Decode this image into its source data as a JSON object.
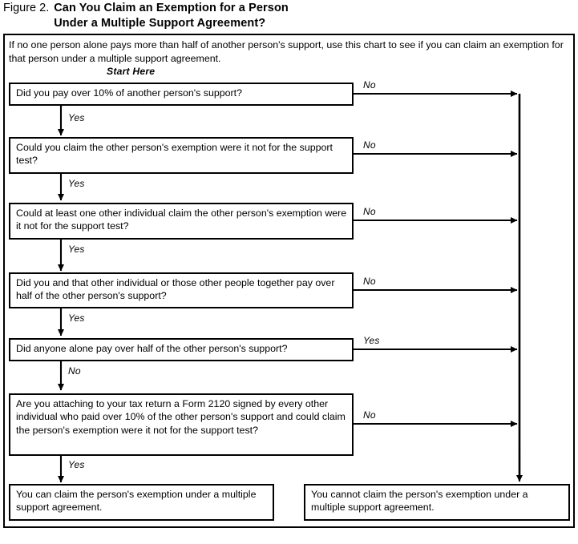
{
  "figure": {
    "label": "Figure 2.",
    "title_line1": "Can You Claim an Exemption for a Person",
    "title_line2": "Under a Multiple Support Agreement?",
    "intro": "If no one person alone pays more than half of another person's support, use this chart to see if you can claim an exemption for that person under a multiple support agreement.",
    "start_marker": "Start Here"
  },
  "colors": {
    "ink": "#000000",
    "paper": "#ffffff"
  },
  "nodes": [
    {
      "id": "q1",
      "text": "Did you pay over 10% of another person's support?",
      "yes_label": "Yes",
      "no_label": "No"
    },
    {
      "id": "q2",
      "text": "Could you claim the other person's exemption were it not for the support test?",
      "yes_label": "Yes",
      "no_label": "No"
    },
    {
      "id": "q3",
      "text": "Could at least one other individual claim the other person's exemption were it not for the support test?",
      "yes_label": "Yes",
      "no_label": "No"
    },
    {
      "id": "q4",
      "text": "Did you and that other individual or those other people together pay over half of the other person's support?",
      "yes_label": "Yes",
      "no_label": "No"
    },
    {
      "id": "q5",
      "text": "Did anyone alone pay over half of the other person's support?",
      "down_label": "No",
      "right_label": "Yes"
    },
    {
      "id": "q6",
      "text": "Are you attaching to your tax return a Form 2120 signed by every other individual who paid over 10% of the other person's support and could claim the person's exemption were it not for the support test?",
      "yes_label": "Yes",
      "no_label": "No"
    }
  ],
  "outcomes": {
    "positive": "You can claim the person's exemption under a multiple support agreement.",
    "negative": "You cannot claim the person's exemption under a multiple support agreement."
  },
  "edge_labels": {
    "e1_no": "No",
    "e1_yes": "Yes",
    "e2_no": "No",
    "e2_yes": "Yes",
    "e3_no": "No",
    "e3_yes": "Yes",
    "e4_no": "No",
    "e4_yes": "Yes",
    "e5_yes": "Yes",
    "e5_no": "No",
    "e6_no": "No",
    "e6_yes": "Yes"
  }
}
